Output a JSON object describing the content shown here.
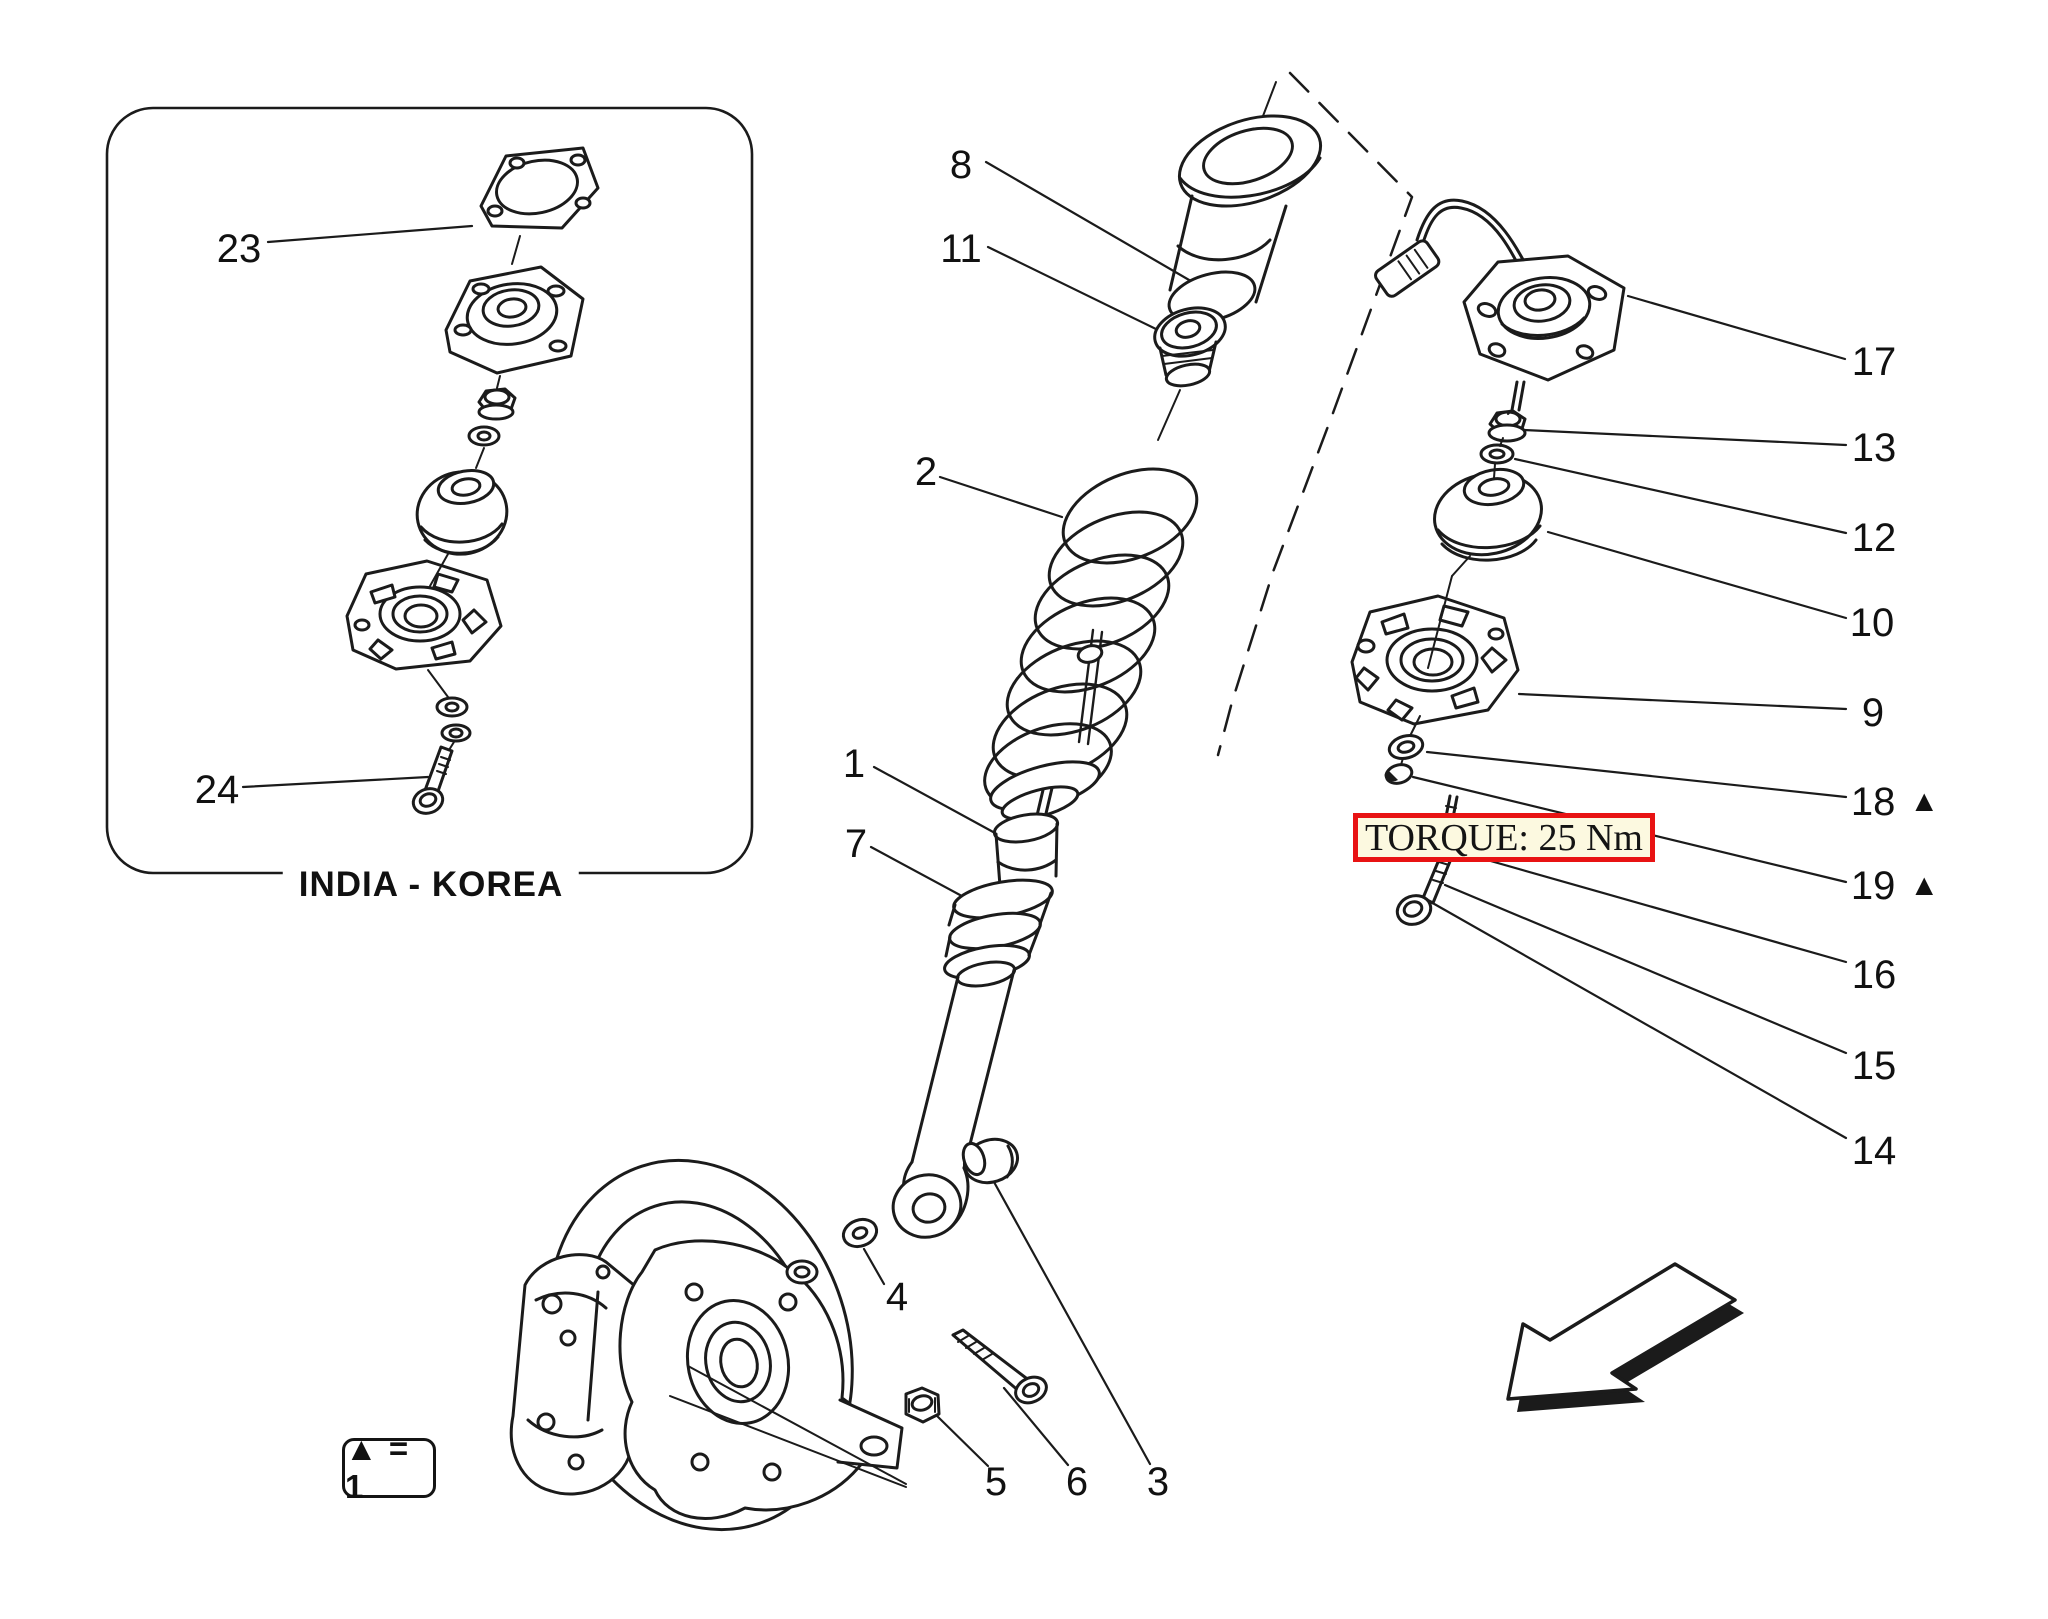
{
  "drawing": {
    "variant_label": "INDIA - KOREA",
    "torque_note": "TORQUE: 25 Nm",
    "legend": "▲ = 1",
    "accent_color": "#e81313",
    "note_bg_color": "#fcf9e0"
  },
  "callouts": [
    {
      "id": "23",
      "text": "23"
    },
    {
      "id": "24",
      "text": "24"
    },
    {
      "id": "8",
      "text": "8"
    },
    {
      "id": "11",
      "text": "11"
    },
    {
      "id": "2",
      "text": "2"
    },
    {
      "id": "1",
      "text": "1"
    },
    {
      "id": "7",
      "text": "7"
    },
    {
      "id": "4",
      "text": "4"
    },
    {
      "id": "5",
      "text": "5"
    },
    {
      "id": "6",
      "text": "6"
    },
    {
      "id": "3",
      "text": "3"
    },
    {
      "id": "17",
      "text": "17"
    },
    {
      "id": "13",
      "text": "13"
    },
    {
      "id": "12",
      "text": "12"
    },
    {
      "id": "10",
      "text": "10"
    },
    {
      "id": "9",
      "text": "9"
    },
    {
      "id": "18",
      "text": "18",
      "suffix": "▲"
    },
    {
      "id": "19",
      "text": "19",
      "suffix": "▲"
    },
    {
      "id": "16",
      "text": "16"
    },
    {
      "id": "15",
      "text": "15"
    },
    {
      "id": "14",
      "text": "14"
    }
  ]
}
